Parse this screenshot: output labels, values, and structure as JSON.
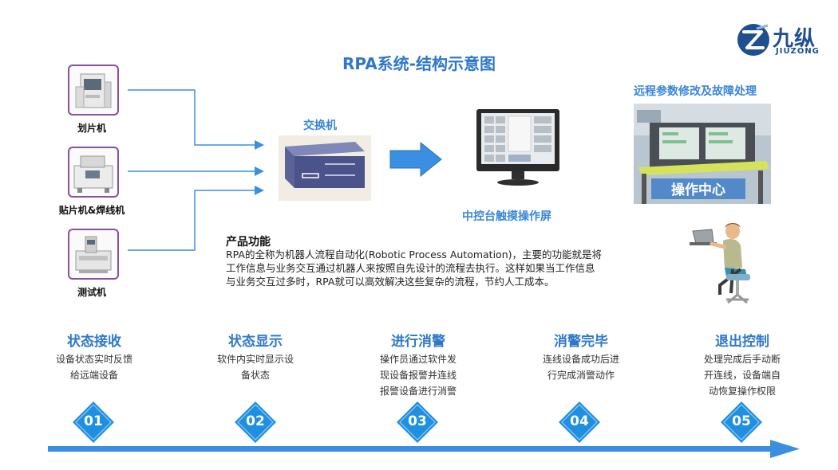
{
  "logo": {
    "name": "九纵",
    "subtitle": "JIUZONG"
  },
  "title": "RPA系统-结构示意图",
  "machines": [
    {
      "label": "划片机"
    },
    {
      "label": "贴片机&焊线机"
    },
    {
      "label": "测试机"
    }
  ],
  "switch_label": "交换机",
  "touchscreen_label": "中控台触摸操作屏",
  "remote_label": "远程参数修改及故障处理",
  "control_center_label": "操作中心",
  "product": {
    "title": "产品功能",
    "lines": [
      "RPA的全称为机器人流程自动化(Robotic Process Automation)，主要的功能就是将",
      "工作信息与业务交互通过机器人来按照自先设计的流程去执行。这样如果当工作信息",
      "与业务交互过多时，RPA就可以高效解决这些复杂的流程，节约人工成本。"
    ]
  },
  "steps": [
    {
      "num": "01",
      "title": "状态接收",
      "desc": [
        "设备状态实时反馈",
        "给远端设备"
      ]
    },
    {
      "num": "02",
      "title": "状态显示",
      "desc": [
        "软件内实时显示设",
        "备状态"
      ]
    },
    {
      "num": "03",
      "title": "进行消警",
      "desc": [
        "操作员通过软件发",
        "现设备报警并连线",
        "报警设备进行消警"
      ]
    },
    {
      "num": "04",
      "title": "消警完毕",
      "desc": [
        "连线设备成功后进",
        "行完成消警动作"
      ]
    },
    {
      "num": "05",
      "title": "退出控制",
      "desc": [
        "处理完成后手动断",
        "开连线，设备端自",
        "动恢复操作权限"
      ]
    }
  ],
  "colors": {
    "accent": "#2f78c8",
    "arrow": "#3a8fe0",
    "machine_border": "#8a4f9e"
  }
}
